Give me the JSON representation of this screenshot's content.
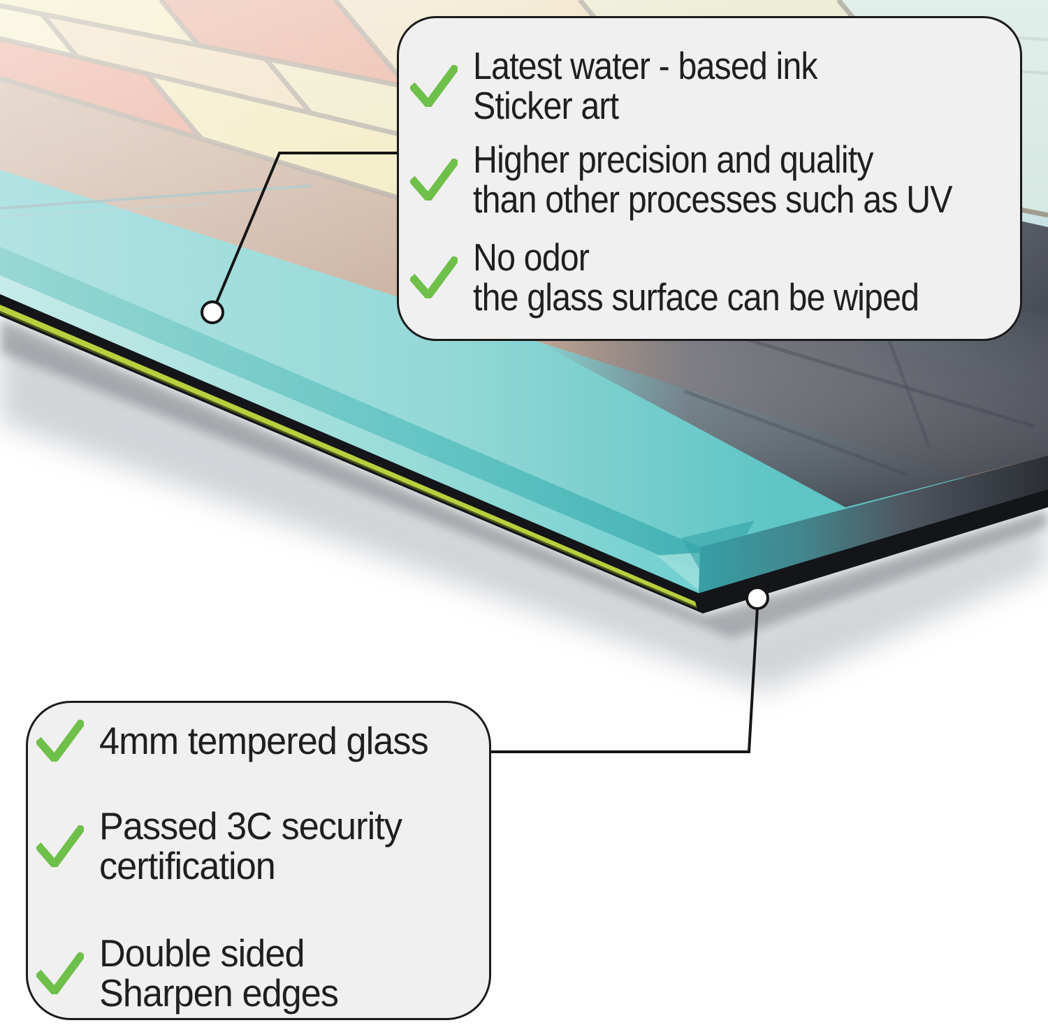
{
  "callouts": {
    "top": {
      "items": [
        {
          "line1": "Latest water - based ink",
          "line2": "Sticker art"
        },
        {
          "line1": "Higher precision and quality",
          "line2": "than other processes such as UV"
        },
        {
          "line1": "No odor",
          "line2": "the glass surface can be wiped"
        }
      ]
    },
    "bottom": {
      "items": [
        {
          "line1": "4mm tempered glass",
          "line2": ""
        },
        {
          "line1": "Passed 3C security",
          "line2": "certification"
        },
        {
          "line1": "Double sided",
          "line2": "Sharpen edges"
        }
      ]
    }
  },
  "colors": {
    "text": "#1f1f1f",
    "check_green": "#6fc04a",
    "box_bg": "#f0f0f0",
    "box_border": "#1b1b1b",
    "leader_line": "#151515",
    "anchor_dot_fill": "#ffffff",
    "glass_teal": "#5ec5c4",
    "glass_bevel_mid": "#98d7d4",
    "glass_bevel_light": "#c6ebe8",
    "edge_black": "#141519",
    "edge_stripe": "#b9cf3e",
    "photo_brown": "#b58c70",
    "photo_slate": "#5d626c",
    "grout": "#877e6e",
    "shadow": "#9aa0a8",
    "tile_colors": {
      "row0": [
        "#ece2a0",
        "#dd8a6a",
        "#e8d5a8",
        "#e0e3bc",
        "#cfe5dd"
      ],
      "row1": [
        "#eee8ac",
        "#e9cf9f",
        "#e6dfa6",
        "#d5e6d2",
        "#c3dedf"
      ],
      "row2": [
        "#e08366",
        "#ecdf9c",
        "#e2cda6",
        "#dde3c2",
        "#cbe0da"
      ]
    }
  }
}
